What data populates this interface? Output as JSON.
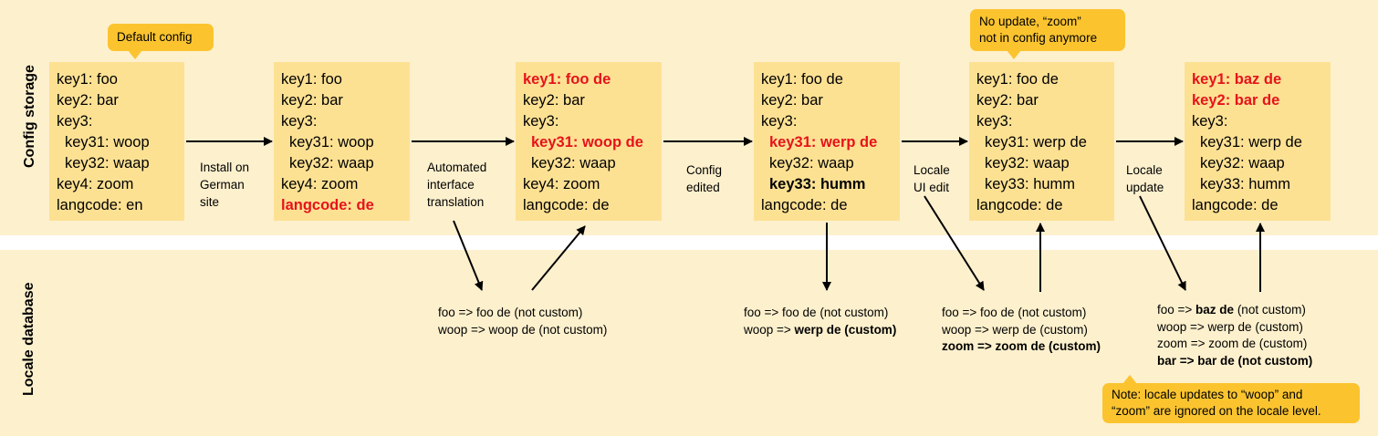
{
  "lanes": {
    "config_storage": "Config storage",
    "locale_database": "Locale database"
  },
  "callouts": {
    "default_config": "Default config",
    "no_update_line1": "No update, “zoom”",
    "no_update_line2": "not in config anymore",
    "note_line1": "Note: locale updates to “woop” and",
    "note_line2": "“zoom” are ignored on the locale level."
  },
  "boxes": [
    {
      "lines": [
        {
          "text": "key1: foo",
          "style": "",
          "indent": false
        },
        {
          "text": "key2: bar",
          "style": "",
          "indent": false
        },
        {
          "text": "key3:",
          "style": "",
          "indent": false
        },
        {
          "text": "key31: woop",
          "style": "",
          "indent": true
        },
        {
          "text": "key32: waap",
          "style": "",
          "indent": true
        },
        {
          "text": "key4: zoom",
          "style": "",
          "indent": false
        },
        {
          "text": "langcode: en",
          "style": "",
          "indent": false
        }
      ]
    },
    {
      "lines": [
        {
          "text": "key1: foo",
          "style": "",
          "indent": false
        },
        {
          "text": "key2: bar",
          "style": "",
          "indent": false
        },
        {
          "text": "key3:",
          "style": "",
          "indent": false
        },
        {
          "text": "key31: woop",
          "style": "",
          "indent": true
        },
        {
          "text": "key32: waap",
          "style": "",
          "indent": true
        },
        {
          "text": "key4: zoom",
          "style": "",
          "indent": false
        },
        {
          "text": "langcode: de",
          "style": "red",
          "indent": false
        }
      ]
    },
    {
      "lines": [
        {
          "text": "key1: foo de",
          "style": "red",
          "indent": false
        },
        {
          "text": "key2: bar",
          "style": "",
          "indent": false
        },
        {
          "text": "key3:",
          "style": "",
          "indent": false
        },
        {
          "text": "key31: woop de",
          "style": "red",
          "indent": true
        },
        {
          "text": "key32: waap",
          "style": "",
          "indent": true
        },
        {
          "text": "key4: zoom",
          "style": "",
          "indent": false
        },
        {
          "text": "langcode: de",
          "style": "",
          "indent": false
        }
      ]
    },
    {
      "lines": [
        {
          "text": "key1: foo de",
          "style": "",
          "indent": false
        },
        {
          "text": "key2: bar",
          "style": "",
          "indent": false
        },
        {
          "text": "key3:",
          "style": "",
          "indent": false
        },
        {
          "text": "key31: werp de",
          "style": "red",
          "indent": true
        },
        {
          "text": "key32: waap",
          "style": "",
          "indent": true
        },
        {
          "text": "key33: humm",
          "style": "bold",
          "indent": true
        },
        {
          "text": "langcode: de",
          "style": "",
          "indent": false
        }
      ]
    },
    {
      "lines": [
        {
          "text": "key1: foo de",
          "style": "",
          "indent": false
        },
        {
          "text": "key2: bar",
          "style": "",
          "indent": false
        },
        {
          "text": "key3:",
          "style": "",
          "indent": false
        },
        {
          "text": "key31: werp de",
          "style": "",
          "indent": true
        },
        {
          "text": "key32: waap",
          "style": "",
          "indent": true
        },
        {
          "text": "key33: humm",
          "style": "",
          "indent": true
        },
        {
          "text": "langcode: de",
          "style": "",
          "indent": false
        }
      ]
    },
    {
      "lines": [
        {
          "text": "key1: baz de",
          "style": "red",
          "indent": false
        },
        {
          "text": "key2: bar de",
          "style": "red",
          "indent": false
        },
        {
          "text": "key3:",
          "style": "",
          "indent": false
        },
        {
          "text": "key31: werp de",
          "style": "",
          "indent": true
        },
        {
          "text": "key32: waap",
          "style": "",
          "indent": true
        },
        {
          "text": "key33: humm",
          "style": "",
          "indent": true
        },
        {
          "text": "langcode: de",
          "style": "",
          "indent": false
        }
      ]
    }
  ],
  "steps": {
    "install": [
      "Install on",
      "German",
      "site"
    ],
    "automated": [
      "Automated",
      "interface",
      "translation"
    ],
    "config_edited": [
      "Config",
      "edited"
    ],
    "locale_ui_edit": [
      "Locale",
      "UI edit"
    ],
    "locale_update": [
      "Locale",
      "update"
    ]
  },
  "locale_entries": [
    {
      "lines": [
        [
          {
            "t": "foo => foo de (not custom)",
            "b": false
          }
        ],
        [
          {
            "t": "woop => woop de (not custom)",
            "b": false
          }
        ]
      ]
    },
    {
      "lines": [
        [
          {
            "t": "foo => foo de (not custom)",
            "b": false
          }
        ],
        [
          {
            "t": "woop => ",
            "b": false
          },
          {
            "t": "werp de (custom)",
            "b": true
          }
        ]
      ]
    },
    {
      "lines": [
        [
          {
            "t": "foo => foo de (not custom)",
            "b": false
          }
        ],
        [
          {
            "t": "woop => werp de (custom)",
            "b": false
          }
        ],
        [
          {
            "t": "zoom => zoom de (custom)",
            "b": true
          }
        ]
      ]
    },
    {
      "lines": [
        [
          {
            "t": "foo => ",
            "b": false
          },
          {
            "t": "baz de",
            "b": true
          },
          {
            "t": " (not custom)",
            "b": false
          }
        ],
        [
          {
            "t": "woop => werp de (custom)",
            "b": false
          }
        ],
        [
          {
            "t": "zoom => zoom de (custom)",
            "b": false
          }
        ],
        [
          {
            "t": "bar => bar de (not custom)",
            "b": true
          }
        ]
      ]
    }
  ],
  "colors": {
    "band": "#fdf0cd",
    "box": "#fde193",
    "callout": "#fbc42f",
    "highlight_red": "#e5131b"
  }
}
